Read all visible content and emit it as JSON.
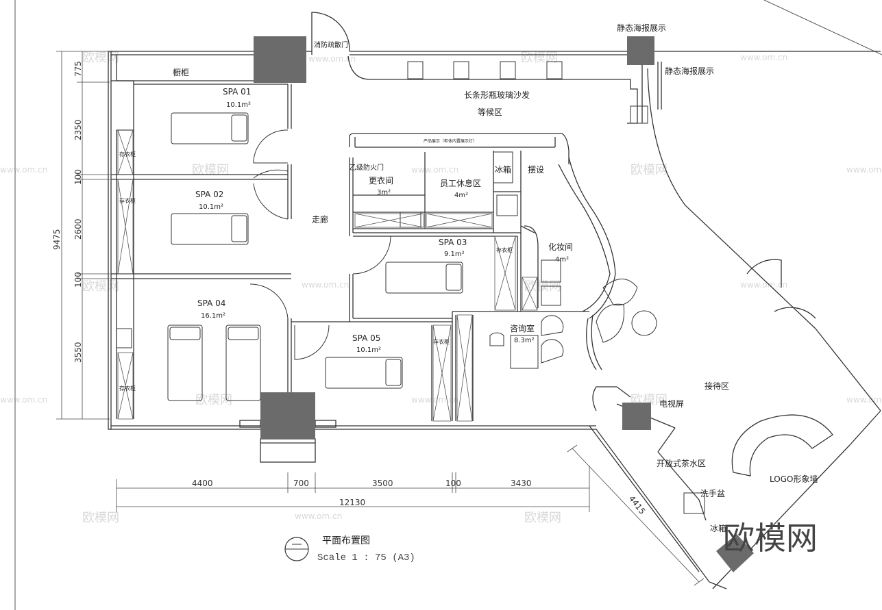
{
  "rooms": {
    "spa01": {
      "name": "SPA 01",
      "area": "10.1m²"
    },
    "spa02": {
      "name": "SPA 02",
      "area": "10.1m²"
    },
    "spa03": {
      "name": "SPA 03",
      "area": "9.1m²"
    },
    "spa04": {
      "name": "SPA 04",
      "area": "16.1m²"
    },
    "spa05": {
      "name": "SPA 05",
      "area": "10.1m²"
    },
    "changing": {
      "name": "更衣间",
      "area": "3m²"
    },
    "staff": {
      "name": "员工休息区",
      "area": "4m²"
    },
    "makeup": {
      "name": "化妆间",
      "area": "4m²"
    },
    "consult": {
      "name": "咨询室",
      "area": "8.3m²"
    }
  },
  "labels": {
    "corridor": "走廊",
    "waiting_sofa": "长条形瓶玻璃沙发",
    "waiting": "等候区",
    "reception": "接待区",
    "tea": "开放式茶水区",
    "tv": "电视屏",
    "logo_wall": "LOGO形象墙",
    "wash": "洗手盆",
    "fridge1": "冰箱",
    "fridge2": "冰箱",
    "poster1": "静态海报展示",
    "poster2": "静态海报展示",
    "fire_door": "消防疏散门",
    "fire_door2": "乙级防火门",
    "cabinet": "橱柜",
    "display": "摆设",
    "locker": "存衣柜",
    "product_display": "产品展示（柜体内置展示灯）"
  },
  "dims": {
    "left": [
      "775",
      "2350",
      "100",
      "2600",
      "100",
      "3550"
    ],
    "left_total": "9475",
    "bottom": [
      "4400",
      "700",
      "3500",
      "100",
      "3430"
    ],
    "bottom_total": "12130",
    "diagonal": "4415"
  },
  "title": {
    "main": "平面布置图",
    "scale": "Scale 1 : 75 (A3)"
  },
  "watermark": {
    "site": "www.om.cn",
    "brand": "欧模网",
    "logo": "欧模网"
  },
  "colors": {
    "line": "#333333",
    "column": "#6b6b6b",
    "watermark": "#d9d9d9"
  }
}
